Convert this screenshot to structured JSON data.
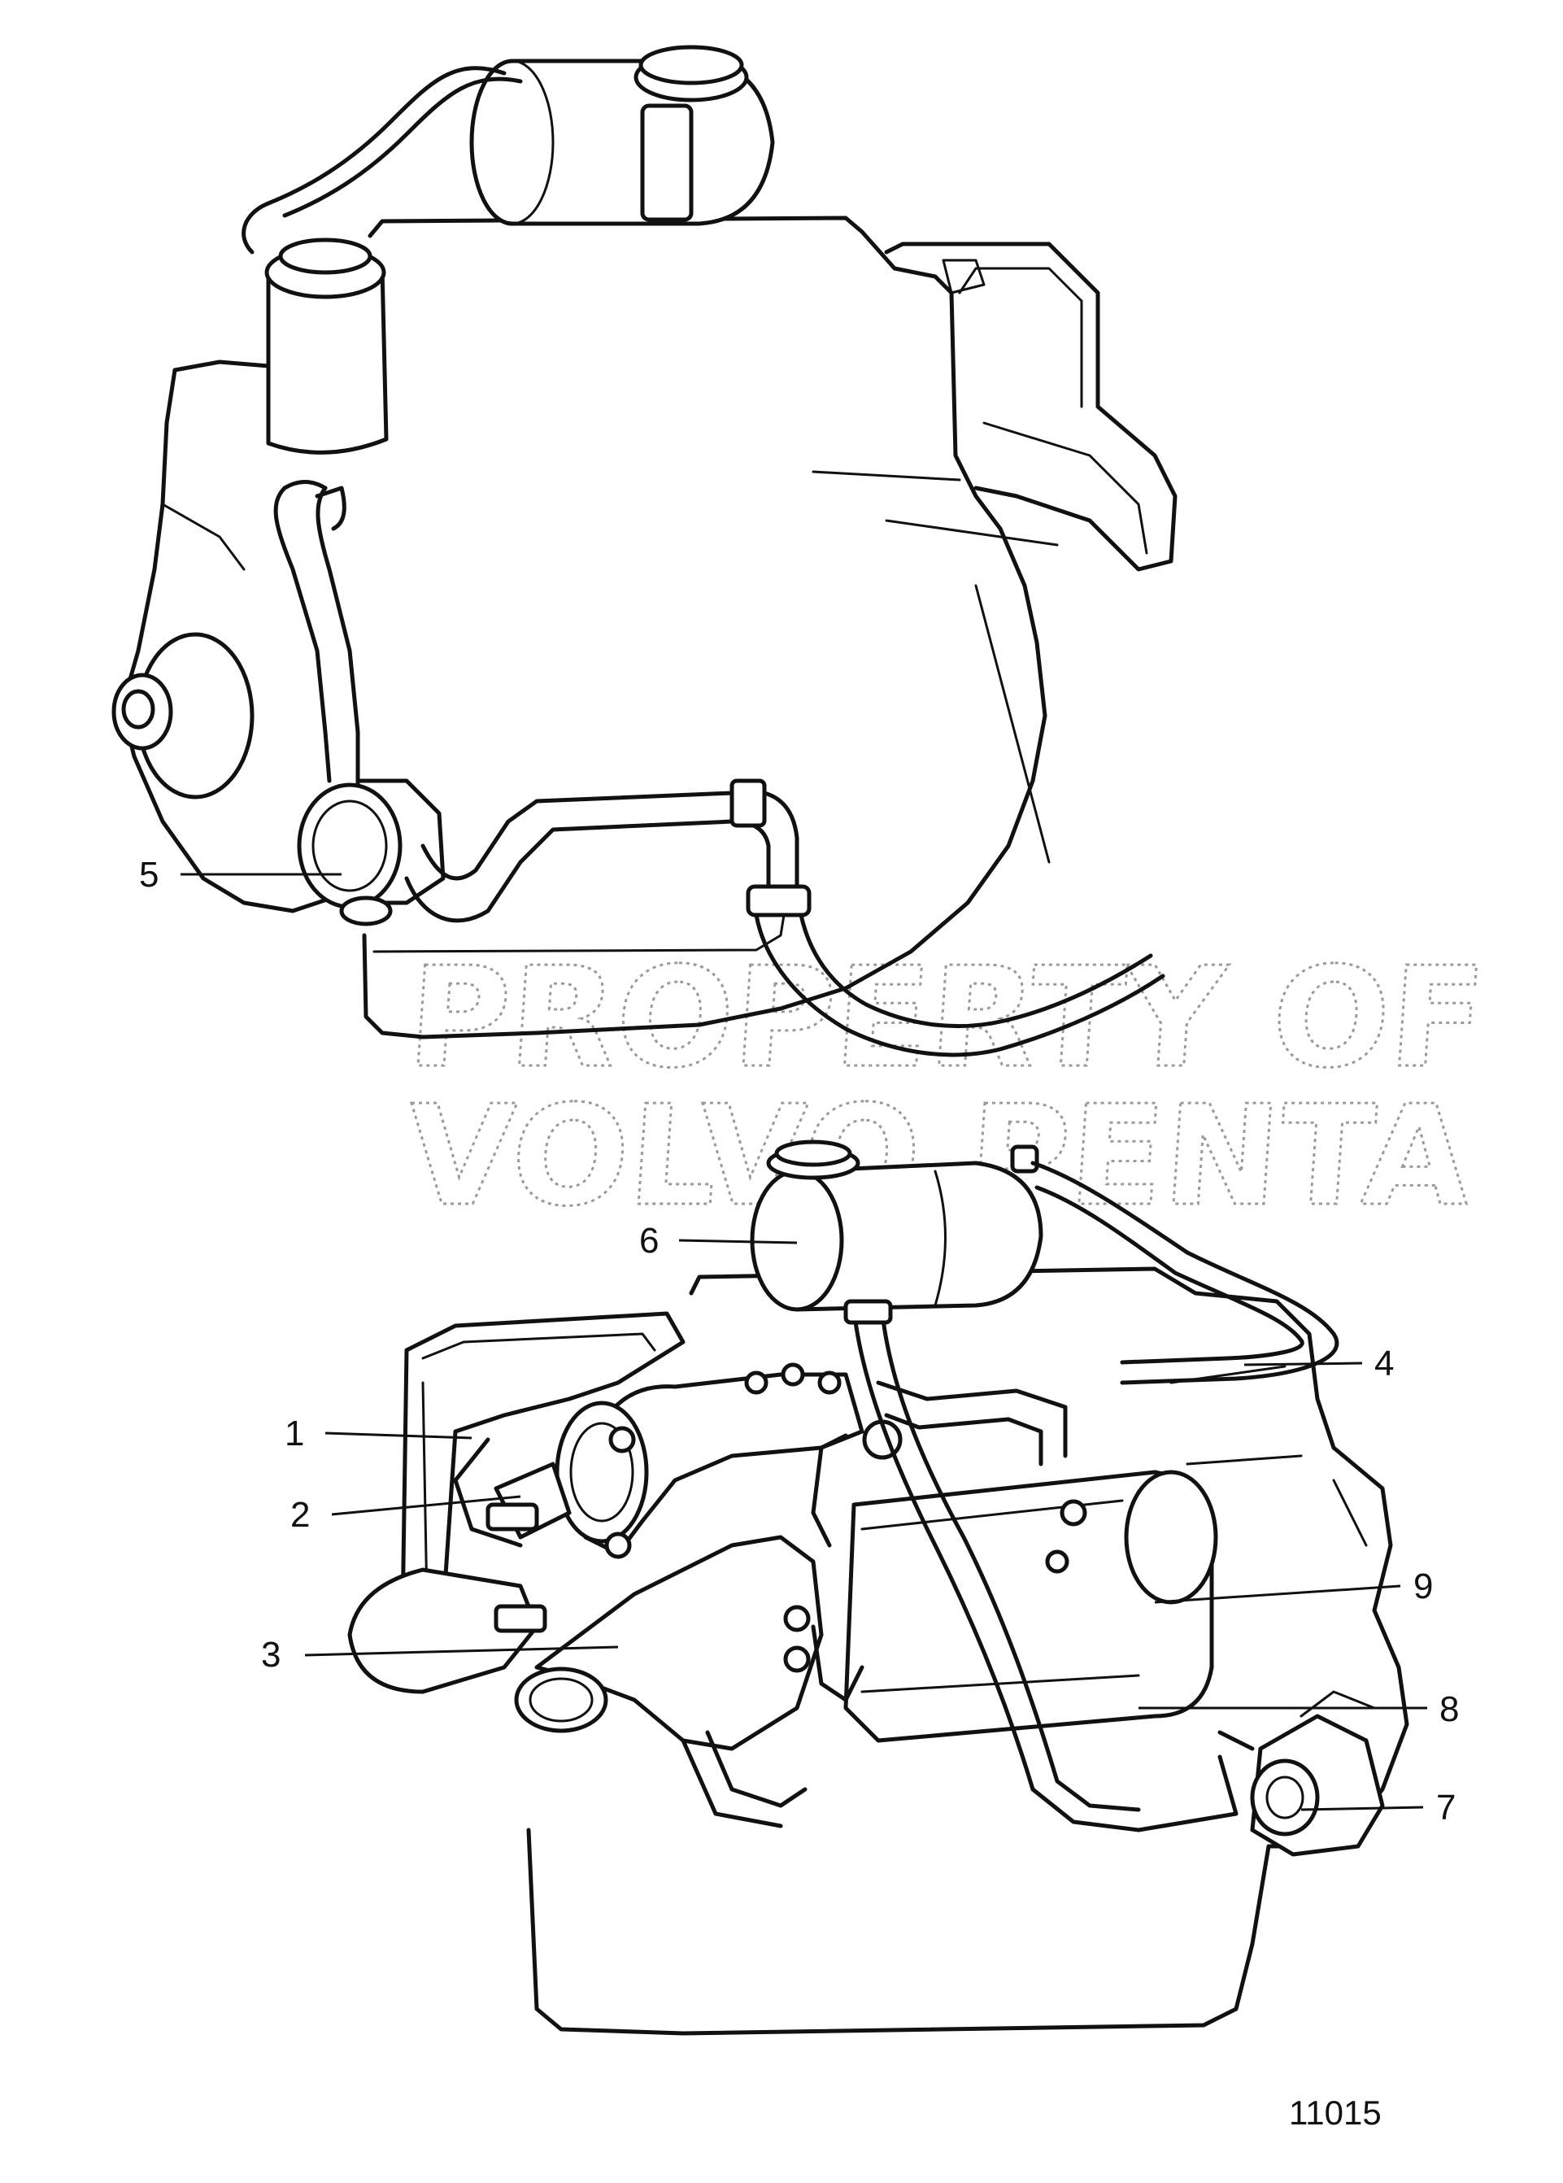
{
  "watermark": {
    "line1": "PROPERTY OF",
    "line2": "VOLVO PENTA"
  },
  "figure_number": "11015",
  "callouts": [
    {
      "label": "1"
    },
    {
      "label": "2"
    },
    {
      "label": "3"
    },
    {
      "label": "4"
    },
    {
      "label": "5"
    },
    {
      "label": "6"
    },
    {
      "label": "7"
    },
    {
      "label": "8"
    },
    {
      "label": "9"
    }
  ]
}
